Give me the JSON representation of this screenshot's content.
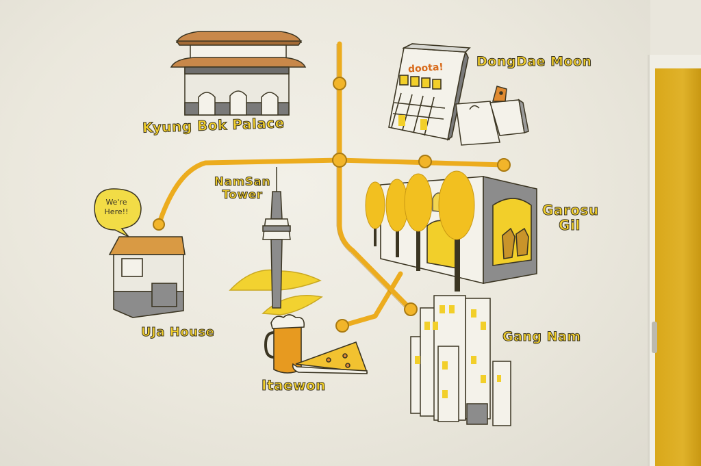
{
  "map": {
    "places": [
      {
        "id": "kyungbok",
        "name": "Kyung Bok Palace"
      },
      {
        "id": "dongdaemoon",
        "name": "DongDae Moon"
      },
      {
        "id": "namsan",
        "name": "NamSan Tower"
      },
      {
        "id": "garosu",
        "name": "Garosu Gil"
      },
      {
        "id": "uja",
        "name": "UJa House"
      },
      {
        "id": "itaewon",
        "name": "Itaewon"
      },
      {
        "id": "gangnam",
        "name": "Gang Nam"
      }
    ],
    "store_sign": "doota!",
    "speech_bubble": "We're Here!!",
    "colors": {
      "route": "#ecac1e",
      "label_fill": "#f2cf2a",
      "outline": "#3b3522",
      "gray": "#8c8c8c",
      "roof": "#c8884a",
      "door": "#dca823"
    },
    "icons": [
      "palace-icon",
      "shopping-mall-icon",
      "shopping-bag-icon",
      "tower-icon",
      "boutique-icon",
      "tree-icon",
      "house-icon",
      "beer-mug-icon",
      "pizza-slice-icon",
      "skyscraper-icon"
    ]
  }
}
